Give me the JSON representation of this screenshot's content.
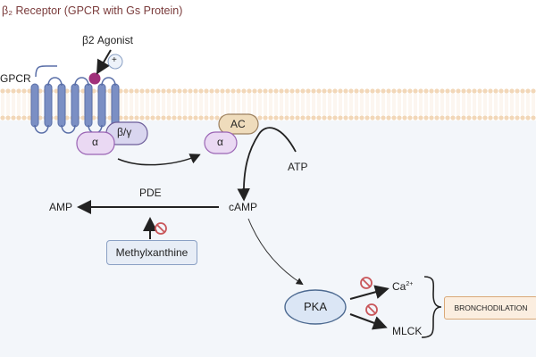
{
  "title": "β₂ Receptor (GPCR with Gs Protein)",
  "labels": {
    "agonist": "β2 Agonist",
    "plus": "+",
    "gpcr": "GPCR",
    "alpha": "α",
    "beta_gamma": "β/γ",
    "ac": "AC",
    "atp": "ATP",
    "camp": "cAMP",
    "pde": "PDE",
    "amp": "AMP",
    "methylxanthine": "Methylxanthine",
    "pka": "PKA",
    "ca": "Ca",
    "ca_sup": "2+",
    "mlck": "MLCK",
    "bronchodilation": "BRONCHODILATION"
  },
  "colors": {
    "title": "#7a3b3b",
    "receptor": "#7b8fc4",
    "agonist_dot": "#a0307a",
    "alpha_fill": "#ead9f3",
    "bg_fill": "#d9d6ef",
    "ac_fill": "#efdcbc",
    "pka_fill": "#dbe6f5",
    "inhibit": "#c9575b",
    "bronchodilation_fill": "#fbeee0",
    "membrane": "#f2d7b8"
  }
}
